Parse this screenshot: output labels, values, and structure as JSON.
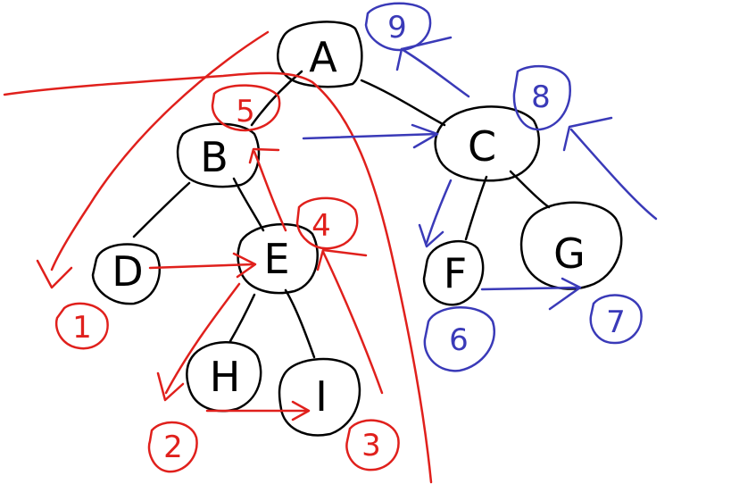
{
  "colors": {
    "node_stroke": "#000000",
    "left_subtree": "#e0201c",
    "right_subtree": "#3a3ab8",
    "background": "#ffffff"
  },
  "nodes": {
    "A": "A",
    "B": "B",
    "C": "C",
    "D": "D",
    "E": "E",
    "F": "F",
    "G": "G",
    "H": "H",
    "I": "I"
  },
  "edges": [
    [
      "A",
      "B"
    ],
    [
      "A",
      "C"
    ],
    [
      "B",
      "D"
    ],
    [
      "B",
      "E"
    ],
    [
      "E",
      "H"
    ],
    [
      "E",
      "I"
    ],
    [
      "C",
      "F"
    ],
    [
      "C",
      "G"
    ]
  ],
  "visit_order_labels": {
    "D": "1",
    "H": "2",
    "I": "3",
    "E": "4",
    "B": "5",
    "F": "6",
    "G": "7",
    "C": "8",
    "A": "9"
  }
}
